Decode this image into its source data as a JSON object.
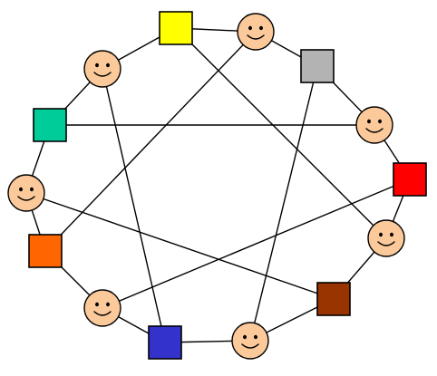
{
  "diagram": {
    "nodes": [
      {
        "id": "yellow-square",
        "kind": "square",
        "color": "#ffff00"
      },
      {
        "id": "face-top-right",
        "kind": "face"
      },
      {
        "id": "gray-square",
        "kind": "square",
        "color": "#b3b3b3"
      },
      {
        "id": "face-right-upper",
        "kind": "face"
      },
      {
        "id": "red-square",
        "kind": "square",
        "color": "#ff0000"
      },
      {
        "id": "face-right-lower",
        "kind": "face"
      },
      {
        "id": "brown-square",
        "kind": "square",
        "color": "#993300"
      },
      {
        "id": "face-bottom",
        "kind": "face"
      },
      {
        "id": "blue-square",
        "kind": "square",
        "color": "#3333cc"
      },
      {
        "id": "face-bottom-left",
        "kind": "face"
      },
      {
        "id": "orange-square",
        "kind": "square",
        "color": "#ff6600"
      },
      {
        "id": "face-left",
        "kind": "face"
      },
      {
        "id": "teal-square",
        "kind": "square",
        "color": "#00cc99"
      },
      {
        "id": "face-top-left",
        "kind": "face"
      }
    ],
    "edges": [
      [
        "yellow-square",
        "face-top-right"
      ],
      [
        "face-top-right",
        "gray-square"
      ],
      [
        "gray-square",
        "face-right-upper"
      ],
      [
        "face-right-upper",
        "red-square"
      ],
      [
        "red-square",
        "face-right-lower"
      ],
      [
        "face-right-lower",
        "brown-square"
      ],
      [
        "brown-square",
        "face-bottom"
      ],
      [
        "face-bottom",
        "blue-square"
      ],
      [
        "blue-square",
        "face-bottom-left"
      ],
      [
        "face-bottom-left",
        "orange-square"
      ],
      [
        "orange-square",
        "face-left"
      ],
      [
        "face-left",
        "teal-square"
      ],
      [
        "teal-square",
        "face-top-left"
      ],
      [
        "face-top-left",
        "yellow-square"
      ],
      [
        "yellow-square",
        "face-right-lower"
      ],
      [
        "face-top-right",
        "orange-square"
      ],
      [
        "gray-square",
        "face-bottom"
      ],
      [
        "face-right-upper",
        "teal-square"
      ],
      [
        "red-square",
        "face-bottom-left"
      ],
      [
        "brown-square",
        "face-left"
      ],
      [
        "blue-square",
        "face-top-left"
      ]
    ],
    "face_fill": "#fbc99a",
    "stroke_color": "#000000"
  }
}
